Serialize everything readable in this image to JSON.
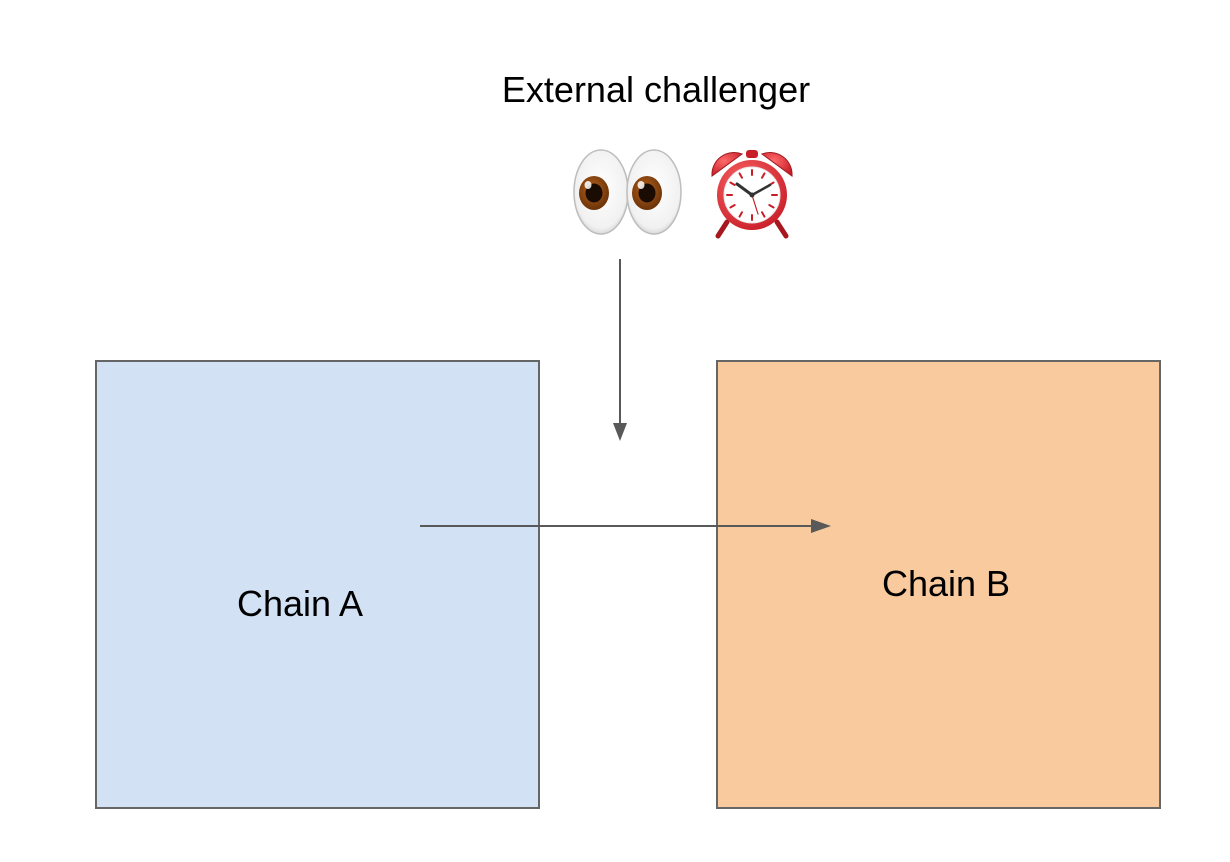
{
  "title": "External challenger",
  "chain_a": {
    "label": "Chain A",
    "fill": "#d2e1f3"
  },
  "chain_b": {
    "label": "Chain B",
    "fill": "#f8ca9d"
  },
  "border_color": "#666666",
  "arrow_color": "#595959",
  "icons": [
    "eyes-icon",
    "alarm-clock-icon"
  ]
}
